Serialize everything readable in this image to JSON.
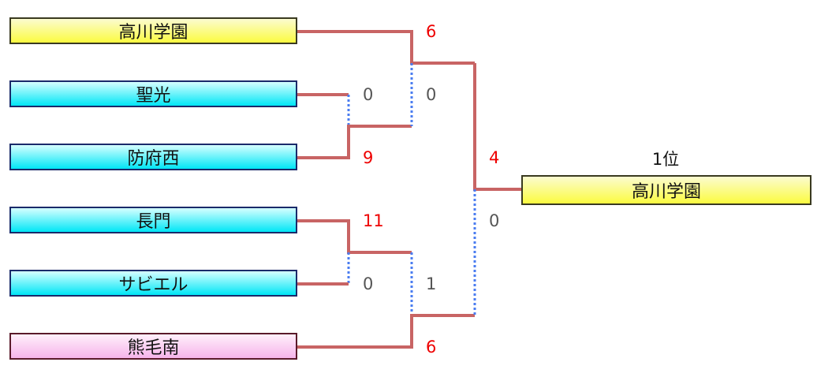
{
  "teams": [
    {
      "name": "高川学園",
      "color": "yellow"
    },
    {
      "name": "聖光",
      "color": "cyan"
    },
    {
      "name": "防府西",
      "color": "cyan"
    },
    {
      "name": "長門",
      "color": "cyan"
    },
    {
      "name": "サビエル",
      "color": "cyan"
    },
    {
      "name": "熊毛南",
      "color": "pink"
    }
  ],
  "scores": {
    "r1_seiko": "0",
    "r1_hofunishi": "9",
    "r1_nagato": "11",
    "r1_xavier": "0",
    "sf_takagawa": "6",
    "sf_hofunishi": "0",
    "sf_nagato": "1",
    "sf_kumagenan": "6",
    "f_top": "4",
    "f_bottom": "0"
  },
  "champion": {
    "rank": "1位",
    "name": "高川学園"
  },
  "colors": {
    "win_line": "#c86464",
    "lose_line": "#4a7cf0",
    "win_score": "#ee0000",
    "lose_score": "#555555"
  }
}
